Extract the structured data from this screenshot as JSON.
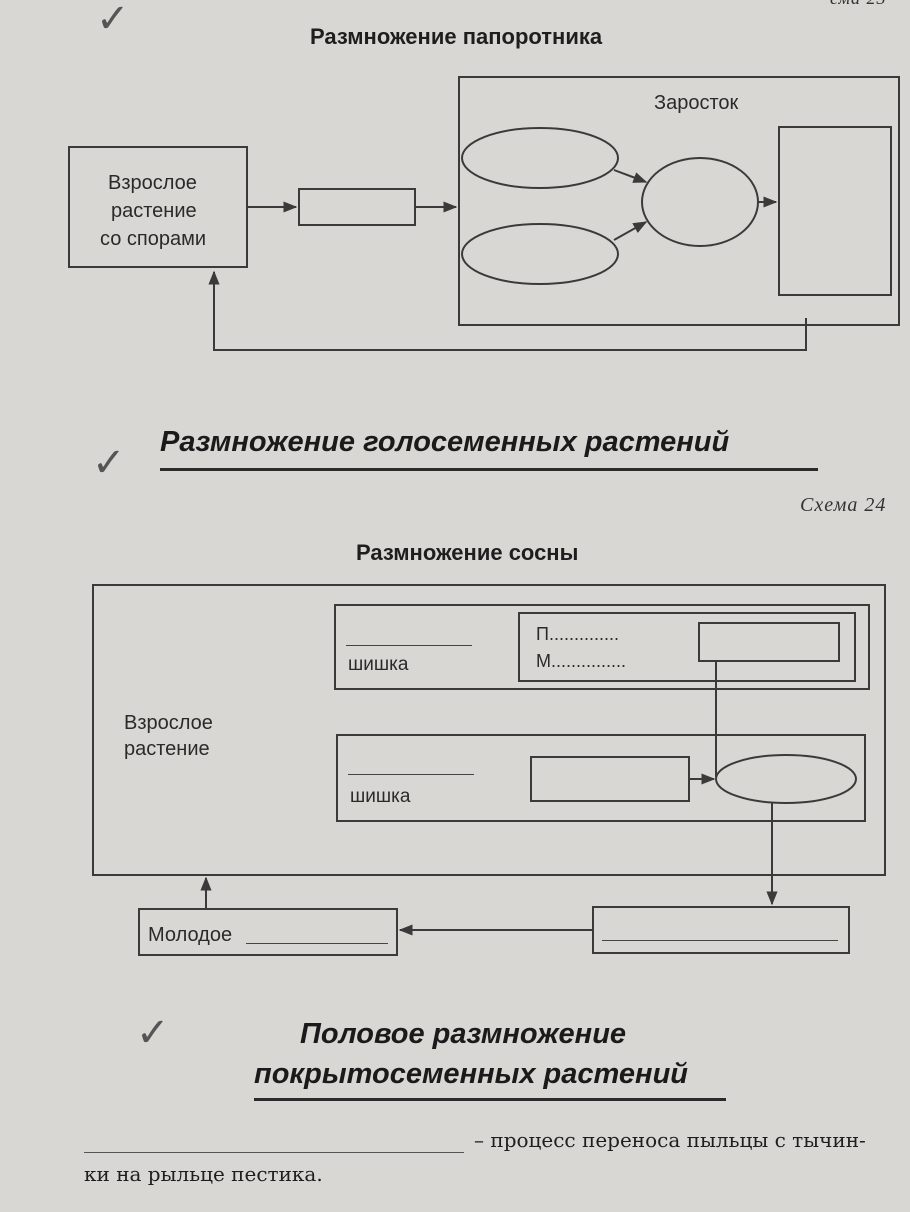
{
  "page_number_fragment": "ема 23",
  "fern": {
    "title": "Размножение папоротника",
    "prothallus_label": "Заросток",
    "adult_line1": "Взрослое",
    "adult_line2": "растение",
    "adult_line3": "со спорами"
  },
  "gymno": {
    "heading": "Размножение голосеменных растений",
    "scheme_label": "Схема 24",
    "title": "Размножение сосны",
    "adult_line1": "Взрослое",
    "adult_line2": "растение",
    "cone_upper": "шишка",
    "cone_lower": "шишка",
    "p_line": "П..............",
    "m_line": "М...............",
    "young_label": "Молодое"
  },
  "angio": {
    "heading_line1": "Половое размножение",
    "heading_line2": "покрытосеменных растений",
    "sentence_part1": "– процесс переноса пыльцы с тычин-",
    "sentence_part2": "ки на рыльце пестика."
  },
  "check_mark": "✓"
}
